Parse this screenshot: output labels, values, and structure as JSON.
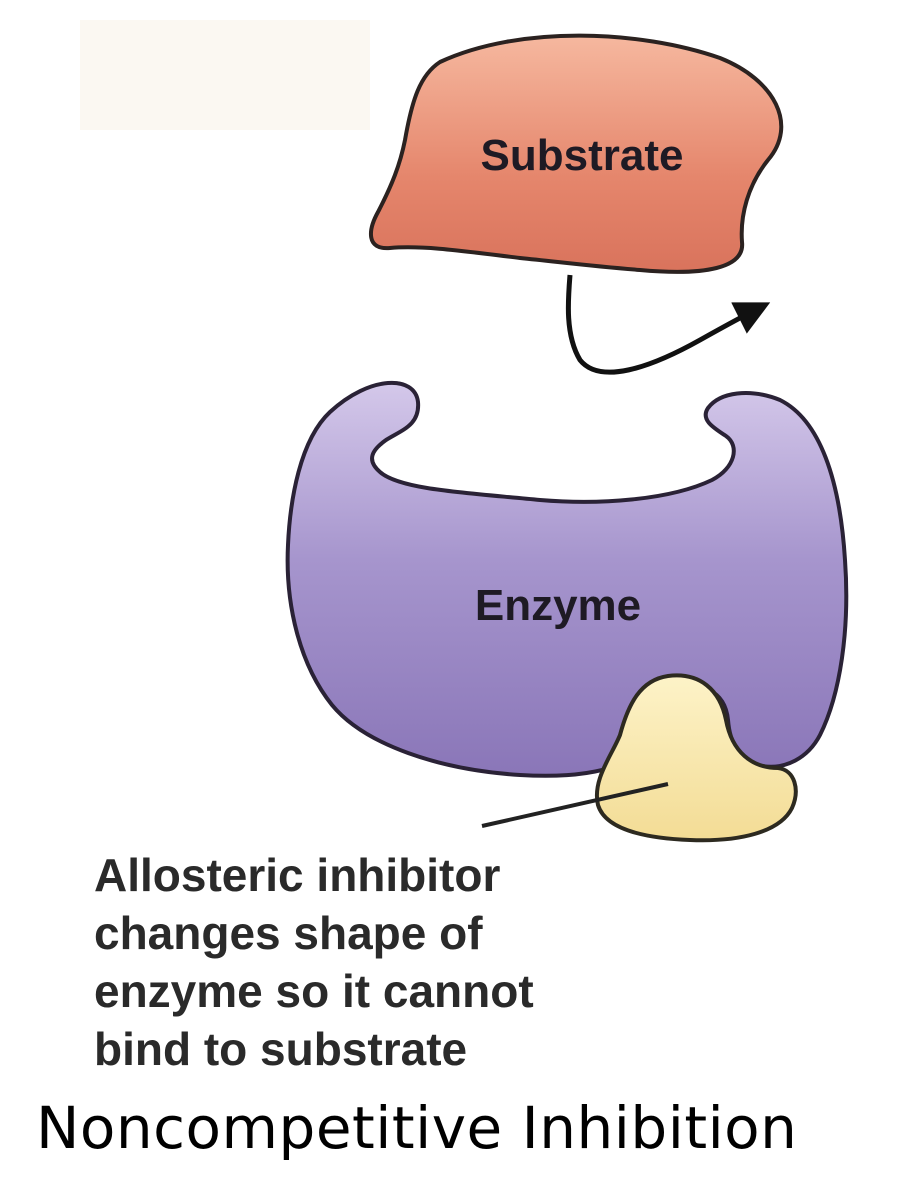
{
  "substrate": {
    "label": "Substrate",
    "color": "#e3826a"
  },
  "enzyme": {
    "label": "Enzyme",
    "color": "#9d8cc6"
  },
  "inhibitor": {
    "color": "#f6e3a3"
  },
  "caption": {
    "lines": [
      "Allosteric inhibitor",
      "changes shape of",
      "enzyme so it cannot",
      "bind to substrate"
    ]
  },
  "title": "Noncompetitive  Inhibition"
}
